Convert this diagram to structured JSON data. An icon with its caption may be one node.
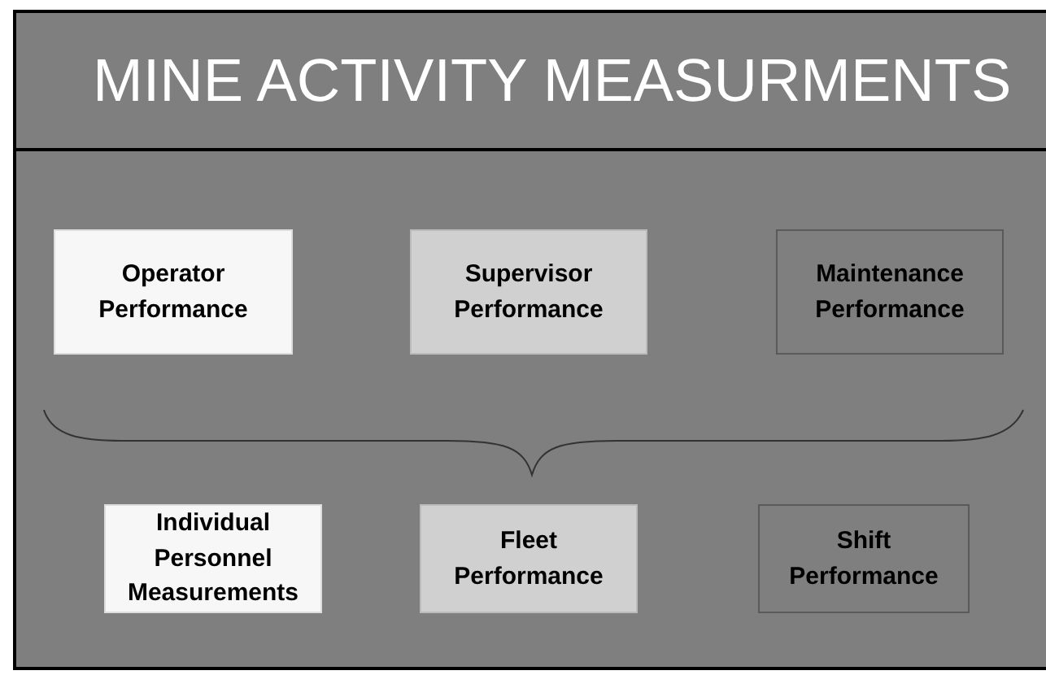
{
  "diagram": {
    "title": "MINE ACTIVITY MEASURMENTS",
    "nodes": [
      {
        "text": [
          "Operator Performance"
        ]
      },
      {
        "text": [
          "Supervisor Performance"
        ]
      },
      {
        "text": [
          "Maintenance Performance"
        ]
      },
      {
        "text": [
          "Individual Personnel Measurements"
        ]
      },
      {
        "text": [
          "Fleet Performance"
        ]
      },
      {
        "text": [
          "Shift Performance"
        ]
      }
    ]
  }
}
